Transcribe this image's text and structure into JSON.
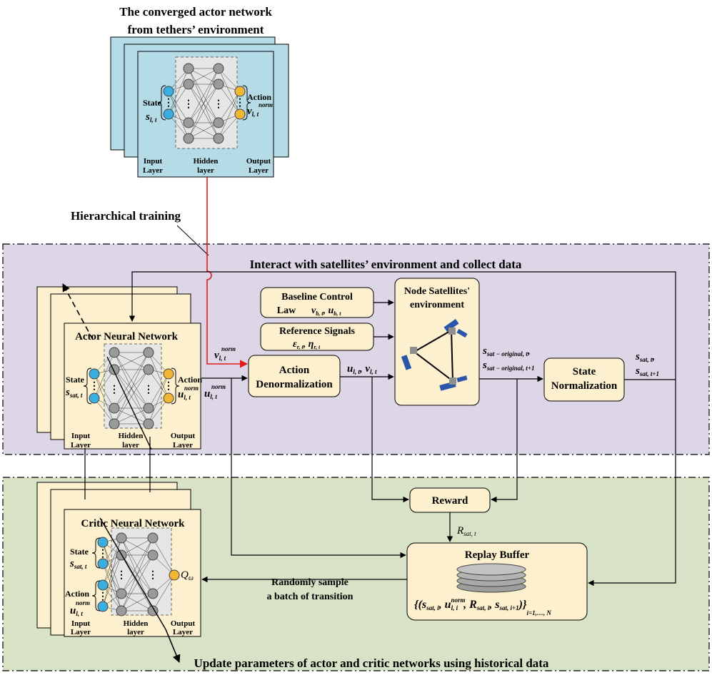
{
  "top_network": {
    "title_line1": "The converged actor network",
    "title_line2": "from tethers’ environment",
    "state_label": "State",
    "state_symbol": "s",
    "state_sub": "l, t",
    "action_label": "Action",
    "action_symbol": "v",
    "action_sub": "l, t",
    "action_sup": "norm",
    "input_line1": "Input",
    "input_line2": "Layer",
    "hidden_line1": "Hidden",
    "hidden_line2": "layer",
    "output_line1": "Output",
    "output_line2": "Layer"
  },
  "hierarchical_training": "Hierarchical training",
  "interact_region": {
    "title": "Interact with satellites’ environment and collect data",
    "color": "#dcd6e6"
  },
  "update_region": {
    "title": "Update parameters of actor and critic networks using historical data",
    "color": "#d8e2c6"
  },
  "actor": {
    "title": "Actor Neural Network",
    "state_label": "State",
    "state_symbol": "s",
    "state_sub": "sat, t",
    "action_label": "Action",
    "action_symbol": "u",
    "action_sub": "l, t",
    "action_sup": "norm",
    "input_line1": "Input",
    "input_line2": "Layer",
    "hidden_line1": "Hidden",
    "hidden_line2": "layer",
    "output_line1": "Output",
    "output_line2": "Layer"
  },
  "critic": {
    "title": "Critic Neural Network",
    "state_label": "State",
    "state_symbol": "s",
    "state_sub": "sat, t",
    "action_label": "Action",
    "action_symbol": "u",
    "action_sub": "l, t",
    "action_sup": "norm",
    "q_symbol": "Q",
    "q_sub": "ω",
    "input_line1": "Input",
    "input_line2": "Layer",
    "hidden_line1": "Hidden",
    "hidden_line2": "layer",
    "output_line1": "Output",
    "output_line2": "Layer"
  },
  "blocks": {
    "baseline_line1": "Baseline Control",
    "baseline_line2": "Law",
    "baseline_vars": "v",
    "baseline_vsub": "b, t",
    "baseline_u": "u",
    "baseline_usub": "b, t",
    "reference": "Reference Signals",
    "ref_eps": "ε",
    "ref_eps_sub": "r, t",
    "ref_eta": "η",
    "ref_eta_sub": "r, t",
    "env_line1": "Node Satellites'",
    "env_line2": "environment",
    "action_denorm_line1": "Action",
    "action_denorm_line2": "Denormalization",
    "state_norm_line1": "State",
    "state_norm_line2": "Normalization",
    "reward": "Reward",
    "replay": "Replay Buffer",
    "sample_line1": "Randomly sample",
    "sample_line2": "a batch of transition"
  },
  "signals": {
    "v_norm": "v",
    "v_norm_sub": "l, t",
    "v_norm_sup": "norm",
    "u_norm": "u",
    "u_norm_sub": "l, t",
    "u_norm_sup": "norm",
    "u": "u",
    "u_sub": "l, t",
    "v": "v",
    "v_sub": "l, t",
    "s_orig": "s",
    "s_orig_sub1": "sat − original, t",
    "s_orig_sub2": "sat − original, t+1",
    "s_sat": "s",
    "s_sat_sub1": "sat, t",
    "s_sat_sub2": "sat, t+1",
    "r": "R",
    "r_sub": "sat, t",
    "buffer_set": "{(s",
    "buffer_s_sub": "sat, i",
    "buffer_u": "u",
    "buffer_u_sub": "l, i",
    "buffer_u_sup": "norm",
    "buffer_r": "R",
    "buffer_r_sub": "sat, i",
    "buffer_s2": "s",
    "buffer_s2_sub": "sat, i+1",
    "buffer_index": "i=1,…, N"
  },
  "colors": {
    "node_blue": "#3aaee0",
    "node_yellow": "#f2b635",
    "node_gray": "#9a9a9a",
    "card_yellow": "#fdf0cf",
    "card_blue": "#b5dbe6",
    "red_line": "#e11b1b"
  }
}
